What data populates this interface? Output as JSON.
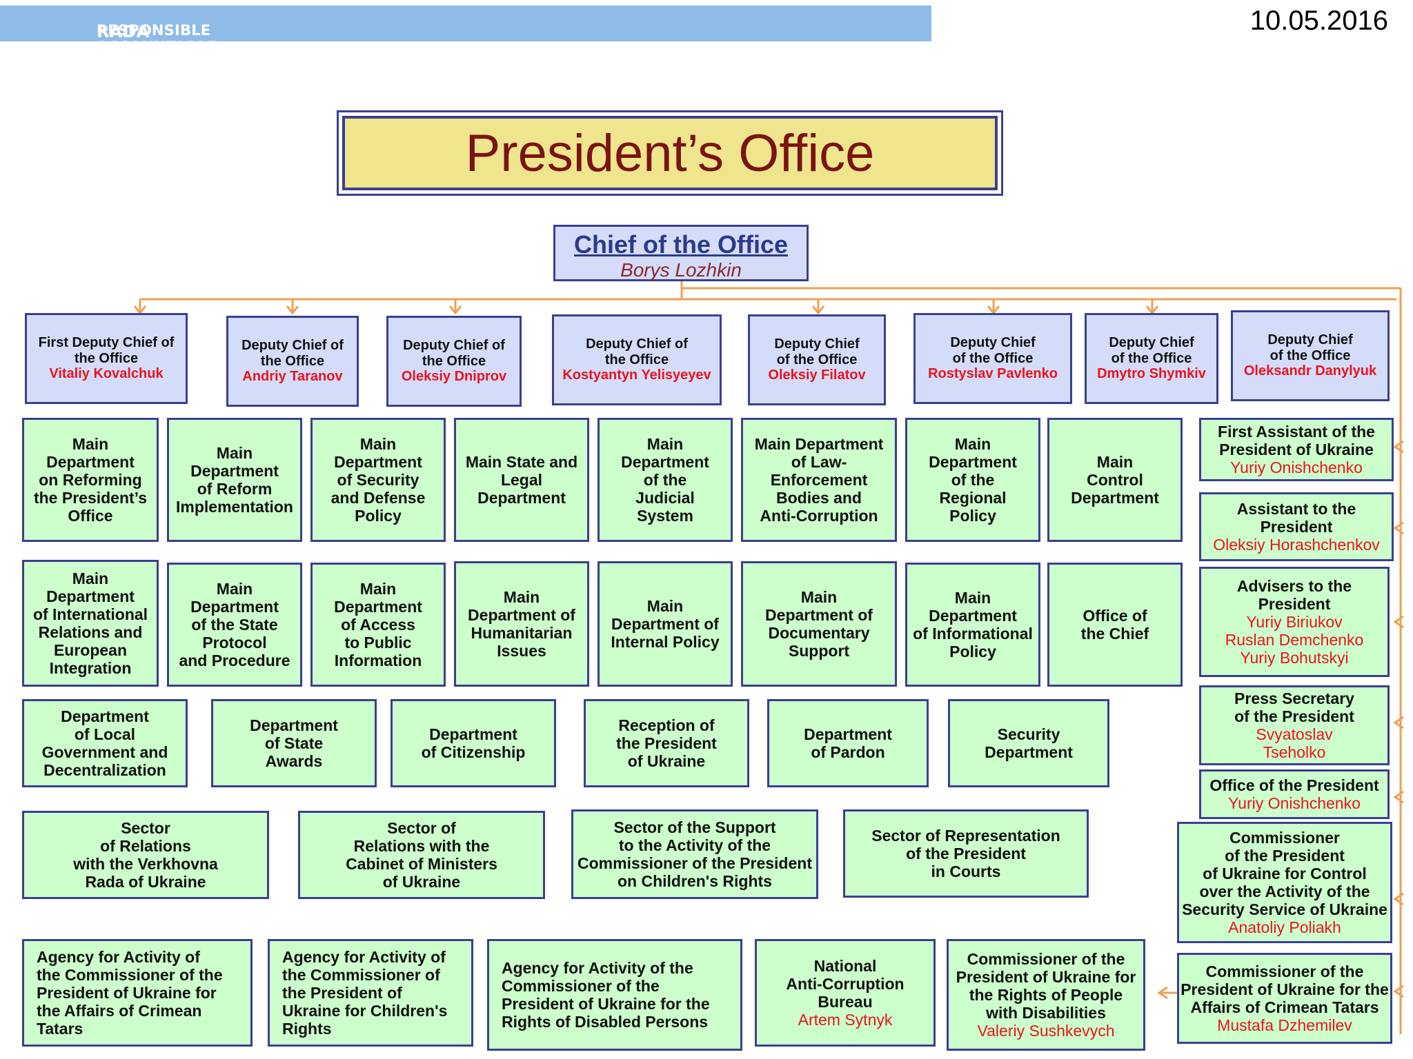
{
  "banner": {
    "prefix": "RADA Program:",
    "rest": "RESPONSIBLE ACCOUNTABLE DEMOCRATIC ASSEMBLY"
  },
  "date": "10.05.2016",
  "title": "President’s Office",
  "chief": {
    "title": "Chief of the Office",
    "name": "Borys Lozhkin"
  },
  "deputies": [
    {
      "title": "First Deputy Chief of\nthe Office",
      "name": "Vitaliy Kovalchuk"
    },
    {
      "title": "Deputy Chief of\nthe Office",
      "name": "Andriy Taranov"
    },
    {
      "title": "Deputy Chief of\nthe Office",
      "name": "Oleksiy Dniprov"
    },
    {
      "title": "Deputy Chief of\nthe Office",
      "name": "Kostyantyn Yelisyeyev"
    },
    {
      "title": "Deputy Chief\nof the Office",
      "name": "Oleksiy Filatov"
    },
    {
      "title": "Deputy Chief\nof the Office",
      "name": "Rostyslav Pavlenko"
    },
    {
      "title": "Deputy Chief\nof the Office",
      "name": "Dmytro Shymkiv"
    },
    {
      "title": "Deputy Chief\nof the Office",
      "name": "Oleksandr Danylyuk"
    }
  ],
  "row1": [
    "Main\nDepartment\non Reforming\nthe President’s\nOffice",
    "Main\nDepartment\nof Reform\nImplementation",
    "Main\nDepartment\nof Security\nand  Defense\nPolicy",
    "Main State and\nLegal\nDepartment",
    "Main\nDepartment\nof the\nJudicial\nSystem",
    "Main Department\nof  Law-\nEnforcement\nBodies and\nAnti-Corruption",
    "Main\nDepartment\nof the\nRegional\nPolicy",
    "Main\nControl\nDepartment"
  ],
  "row2": [
    "Main\nDepartment\nof International\nRelations and\nEuropean\nIntegration",
    "Main\nDepartment\nof the State\nProtocol\nand Procedure",
    "Main\nDepartment\nof Access\nto Public\nInformation",
    "Main\nDepartment  of\nHumanitarian\nIssues",
    "Main\nDepartment of\nInternal Policy",
    "Main\nDepartment  of\nDocumentary\nSupport",
    "Main\nDepartment\nof Informational\nPolicy",
    "Office of\nthe Chief"
  ],
  "row3": [
    "Department\nof Local\nGovernment and\nDecentralization",
    "Department\nof State\nAwards",
    "Department\nof Citizenship",
    "Reception of\nthe President\nof Ukraine",
    "Department\nof Pardon",
    "Security\nDepartment"
  ],
  "row4": [
    "Sector\nof Relations\nwith the Verkhovna\nRada of Ukraine",
    "Sector of\nRelations with the\nCabinet of Ministers\nof Ukraine",
    "Sector of the Support\nto the Activity of the\nCommissioner of the President\non  Children's Rights",
    "Sector of Representation\nof the President\nin Courts"
  ],
  "row5": [
    {
      "title": "Agency for Activity of\nthe Commissioner of the\nPresident of Ukraine for\nthe Affairs of Crimean\nTatars"
    },
    {
      "title": "Agency for Activity of\nthe Commissioner of\nthe President of\nUkraine for Children's\nRights"
    },
    {
      "title": "Agency for Activity of the\nCommissioner of the\nPresident of Ukraine for the\nRights of Disabled Persons"
    },
    {
      "title": "National\nAnti-Corruption\nBureau",
      "name": "Artem Sytnyk"
    },
    {
      "title": "Commissioner of the\nPresident of Ukraine for\nthe Rights of People\nwith Disabilities",
      "name": "Valeriy Sushkevych"
    }
  ],
  "right": [
    {
      "title": "First Assistant  of the\nPresident of Ukraine",
      "name": "Yuriy Onishchenko"
    },
    {
      "title": "Assistant to the\nPresident",
      "name": "Oleksiy Horashchenkov"
    },
    {
      "title": "Advisers to the\nPresident",
      "name": "Yuriy Biriukov\nRuslan Demchenko\nYuriy Bohutskyi"
    },
    {
      "title": "Press Secretary\nof the President",
      "name": "Svyatoslav\nTseholko"
    },
    {
      "title": "Office of the President",
      "name": "Yuriy Onishchenko"
    },
    {
      "title": "Commissioner\nof the President\nof Ukraine for Control\nover the Activity of the\nSecurity Service of Ukraine",
      "name": "Anatoliy Poliakh"
    },
    {
      "title": "Commissioner of the\nPresident of Ukraine for the\nAffairs  of Crimean Tatars",
      "name": "Mustafa Dzhemilev"
    }
  ]
}
